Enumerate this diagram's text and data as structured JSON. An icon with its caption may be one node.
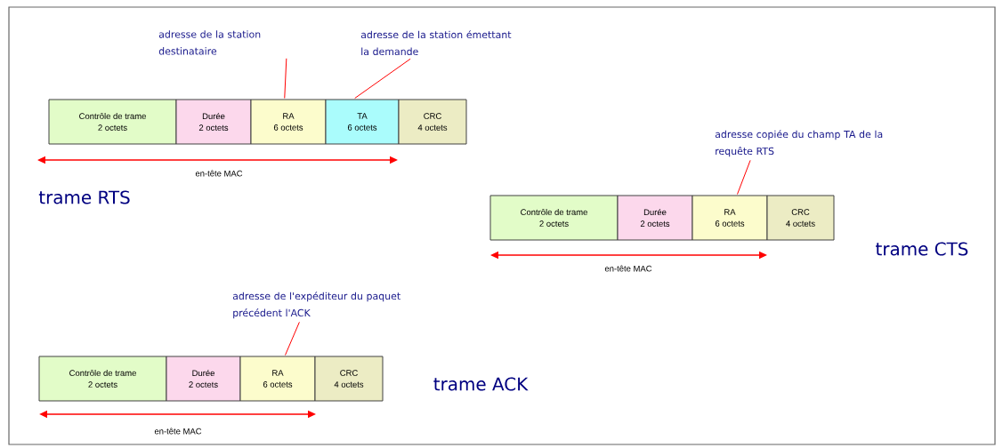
{
  "diagram": {
    "nodes": [
      {
        "text": [
          "adresse de la station destinataire"
        ]
      },
      {
        "text": [
          "adresse de la station émettant la demande"
        ]
      },
      {
        "text": [
          "Contrôle de trame",
          "2 octets"
        ]
      },
      {
        "text": [
          "Durée",
          "2 octets"
        ]
      },
      {
        "text": [
          "RA",
          "6 octets"
        ]
      },
      {
        "text": [
          "TA",
          "6 octets"
        ]
      },
      {
        "text": [
          "CRC",
          "4 octets"
        ]
      },
      {
        "text": [
          "adresse copiée du champ TA de la requête RTS"
        ]
      },
      {
        "text": [
          "Contrôle de trame",
          "2 octets"
        ]
      },
      {
        "text": [
          "Durée",
          "2 octets"
        ]
      },
      {
        "text": [
          "RA",
          "6 octets"
        ]
      },
      {
        "text": [
          "CRC",
          "4 octets"
        ]
      },
      {
        "text": [
          "adresse de l'expéditeur du paquet précédent l'ACK"
        ]
      },
      {
        "text": [
          "Contrôle de trame",
          "2 octets"
        ]
      },
      {
        "text": [
          "Durée",
          "2 octets"
        ]
      },
      {
        "text": [
          "RA",
          "6 octets"
        ]
      },
      {
        "text": [
          "CRC",
          "4 octets"
        ]
      }
    ],
    "edges": [
      {
        "from": 0,
        "to": 4,
        "arrow": "none"
      },
      {
        "from": 1,
        "to": 5,
        "arrow": "none"
      },
      {
        "from": 7,
        "to": 10,
        "arrow": "none"
      },
      {
        "from": 12,
        "to": 15,
        "arrow": "none"
      }
    ],
    "labels": [
      "en-tête MAC",
      "trame RTS",
      "trame CTS",
      "en-tête MAC",
      "trame ACK",
      "en-tête MAC"
    ]
  }
}
